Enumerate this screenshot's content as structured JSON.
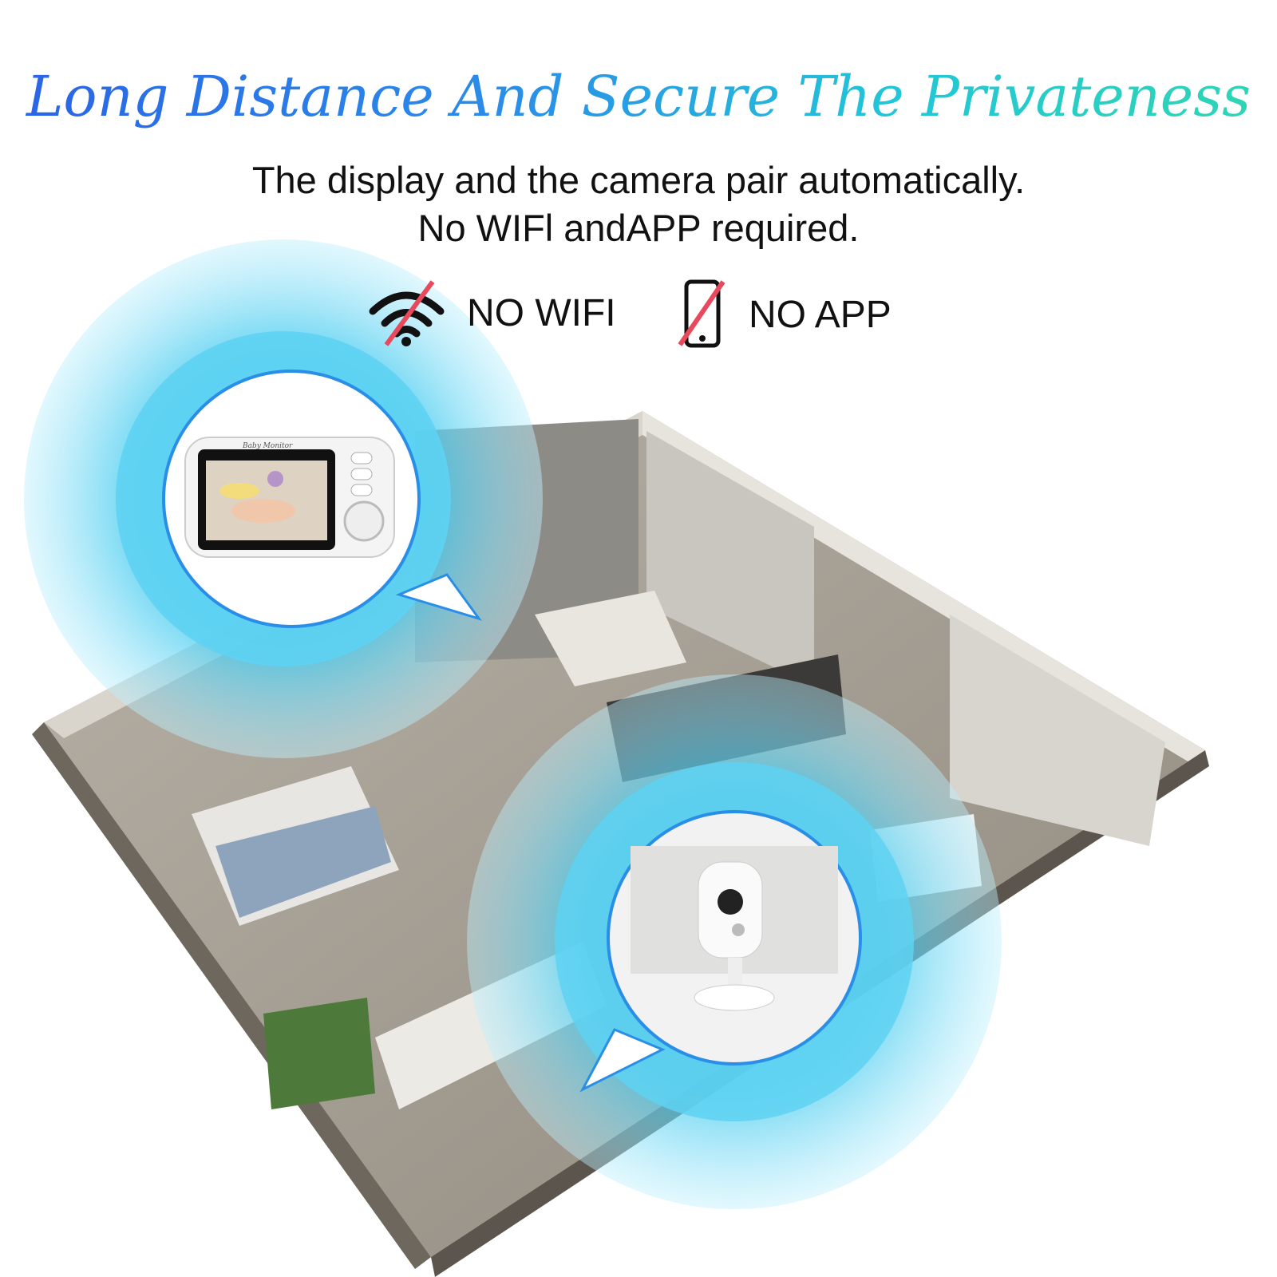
{
  "headline": "Long Distance And Secure The Privateness",
  "subtitle": {
    "line1": "The display and the camera pair automatically.",
    "line2": "No WIFl andAPP required."
  },
  "features": [
    {
      "icon": "wifi-off-icon",
      "label": "NO WIFI"
    },
    {
      "icon": "phone-off-icon",
      "label": "NO APP"
    }
  ],
  "monitor_brand": "Baby Monitor",
  "colors": {
    "title_start": "#2a63e6",
    "title_end": "#2fd6b2",
    "halo": "#3cc8ee",
    "slash": "#e8495c"
  }
}
